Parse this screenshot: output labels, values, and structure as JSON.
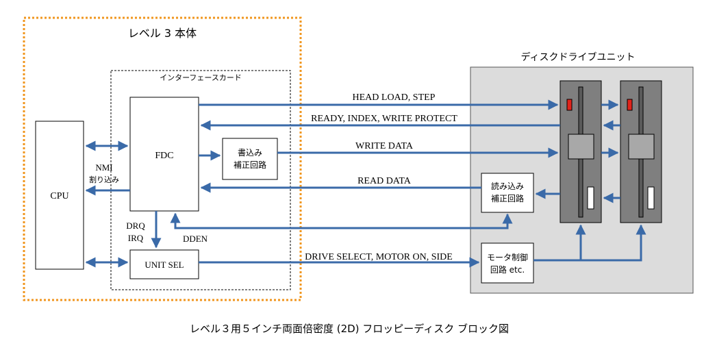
{
  "caption": "レベル３用５インチ両面倍密度 (2D) フロッピーディスク ブロック図",
  "main_unit": {
    "title": "レベル 3  本体",
    "interface_card": {
      "title": "インターフェースカード",
      "fdc": "FDC",
      "write_comp": [
        "書込み",
        "補正回路"
      ],
      "unit_sel": "UNIT SEL"
    },
    "cpu": "CPU",
    "nmi": [
      "NMI",
      "割り込み"
    ],
    "drq_irq": [
      "DRQ",
      "IRQ"
    ],
    "dden": "DDEN"
  },
  "drive_unit": {
    "title": "ディスクドライブユニット",
    "read_comp": [
      "読み込み",
      "補正回路"
    ],
    "motor_ctrl": [
      "モータ制御",
      "回路  etc."
    ]
  },
  "signals": {
    "head_load": "HEAD LOAD, STEP",
    "ready": "READY, INDEX, WRITE PROTECT",
    "write_data": "WRITE DATA",
    "read_data": "READ DATA",
    "drive_select": "DRIVE SELECT, MOTOR ON, SIDE"
  },
  "colors": {
    "arrow": "#3a6aa8",
    "main_border": "#f0961e",
    "drive_bg": "#dcdcdc",
    "drive_body": "#7f7f7f",
    "led": "#e0241b"
  }
}
